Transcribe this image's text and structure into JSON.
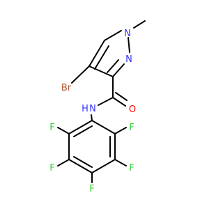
{
  "structure": {
    "atoms": [
      {
        "id": "N1",
        "label": "N",
        "color": "#3333ff"
      },
      {
        "id": "N2",
        "label": "N",
        "color": "#3333ff"
      },
      {
        "id": "Br",
        "label": "Br",
        "color": "#b2562b"
      },
      {
        "id": "O",
        "label": "O",
        "color": "#ff0000"
      },
      {
        "id": "NH",
        "label": "N",
        "color": "#3333ff"
      },
      {
        "id": "H",
        "label": "H",
        "color": "#3333ff"
      },
      {
        "id": "F1",
        "label": "F",
        "color": "#33cc33"
      },
      {
        "id": "F2",
        "label": "F",
        "color": "#33cc33"
      },
      {
        "id": "F3",
        "label": "F",
        "color": "#33cc33"
      },
      {
        "id": "F4",
        "label": "F",
        "color": "#33cc33"
      },
      {
        "id": "F5",
        "label": "F",
        "color": "#33cc33"
      }
    ]
  }
}
